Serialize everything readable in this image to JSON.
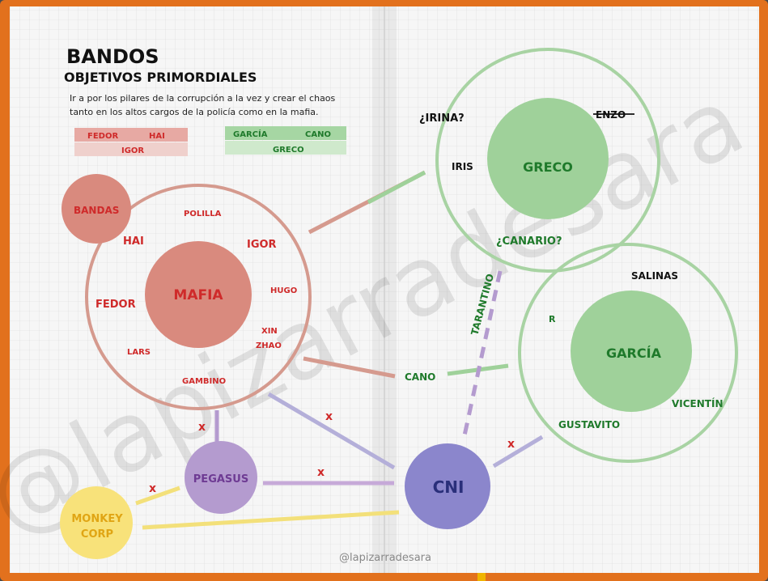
{
  "header": {
    "title": "BANDOS",
    "subtitle": "OBJETIVOS PRIMORDIALES",
    "description_line1": "Ir a por los pilares de la corrupción a la vez y crear el chaos",
    "description_line2": "tanto en los altos cargos de la policía como en la mafia."
  },
  "legend": {
    "red": {
      "row1": [
        "FEDOR",
        "HAI"
      ],
      "row2": [
        "IGOR"
      ]
    },
    "green": {
      "row1": [
        "GARCÍA",
        "CANO"
      ],
      "row2": [
        "GRECO"
      ]
    }
  },
  "mafia": {
    "core": "MAFIA",
    "bandas": "BANDAS",
    "members": [
      "POLILLA",
      "HAI",
      "IGOR",
      "HUGO",
      "FEDOR",
      "XIN",
      "ZHAO",
      "LARS",
      "GAMBINO"
    ]
  },
  "greco": {
    "core": "GRECO",
    "members": [
      "¿IRINA?",
      "ENZO",
      "IRIS",
      "¿CANARIO?"
    ]
  },
  "garcia": {
    "core": "GARCÍA",
    "members": [
      "SALINAS",
      "R",
      "VICENTÍN",
      "GUSTAVITO"
    ]
  },
  "links": {
    "cano": "CANO",
    "tarantino": "TARANTINO",
    "cross": "x"
  },
  "groups": {
    "pegasus": "PEGASUS",
    "cni": "CNI",
    "monkey1": "MONKEY",
    "monkey2": "CORP"
  },
  "watermark": "@lapizarradesara",
  "footer_credit": "@lapizarradesara",
  "colors": {
    "red": "#cf2a2a",
    "red_fill": "#d98a7e",
    "green": "#2f9e3a",
    "green_fill": "#9fd19a",
    "purple_fill": "#b49bcf",
    "cni_fill": "#8b86cc",
    "navy": "#2a2f7a",
    "yellow_fill": "#f8e27a",
    "orange_text": "#e0a514",
    "cover": "#e2711d"
  }
}
